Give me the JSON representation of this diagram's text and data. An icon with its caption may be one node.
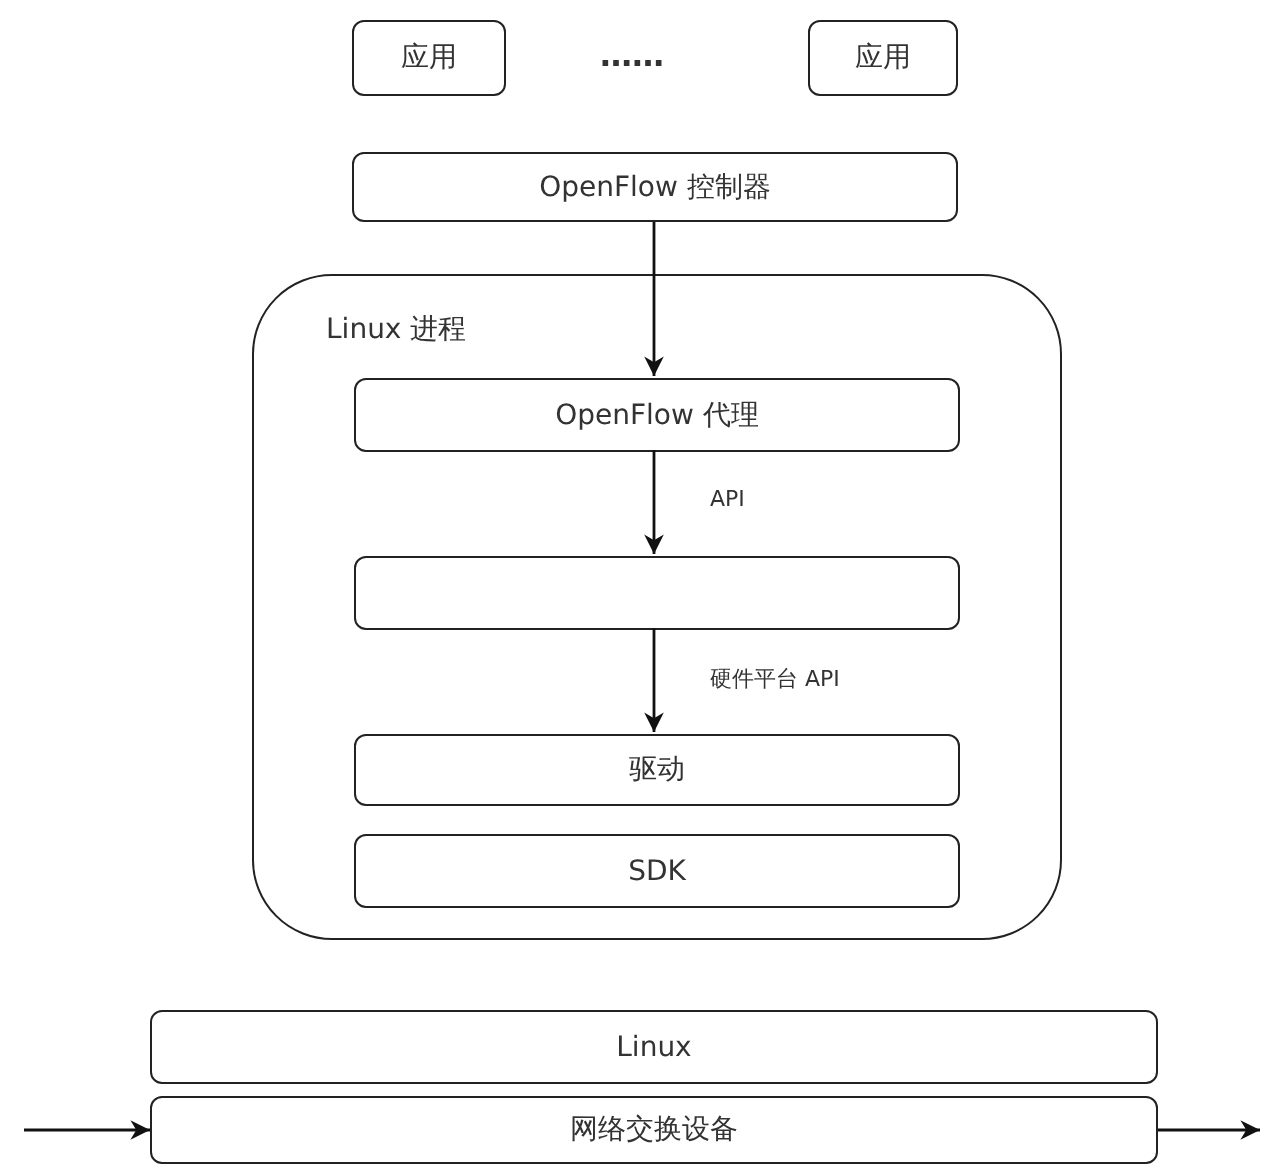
{
  "diagram": {
    "nodes": [
      {
        "text": [
          "应用"
        ]
      },
      {
        "text": [
          "应用"
        ]
      },
      {
        "text": [
          "OpenFlow 控制器"
        ]
      },
      {
        "text": [
          "Linux 进程"
        ]
      },
      {
        "text": [
          "OpenFlow 代理"
        ],
        "in": 3
      },
      {
        "text": [],
        "shape": "box",
        "in": 3
      },
      {
        "text": [
          "驱动"
        ],
        "in": 3
      },
      {
        "text": [
          "SDK"
        ],
        "in": 3
      },
      {
        "text": [
          "Linux"
        ]
      },
      {
        "text": [
          "网络交换设备"
        ]
      }
    ],
    "edges": [
      {
        "from": 2,
        "to": 4,
        "arrow": "to"
      },
      {
        "from": 4,
        "to": 5,
        "arrow": "to",
        "label": "API"
      },
      {
        "from": 5,
        "to": 6,
        "arrow": "to",
        "label": "硬件平台 API"
      },
      {
        "from": null,
        "to": 9,
        "arrow": "to"
      },
      {
        "from": 9,
        "to": null,
        "arrow": "to"
      }
    ],
    "labels": [
      "……"
    ]
  }
}
